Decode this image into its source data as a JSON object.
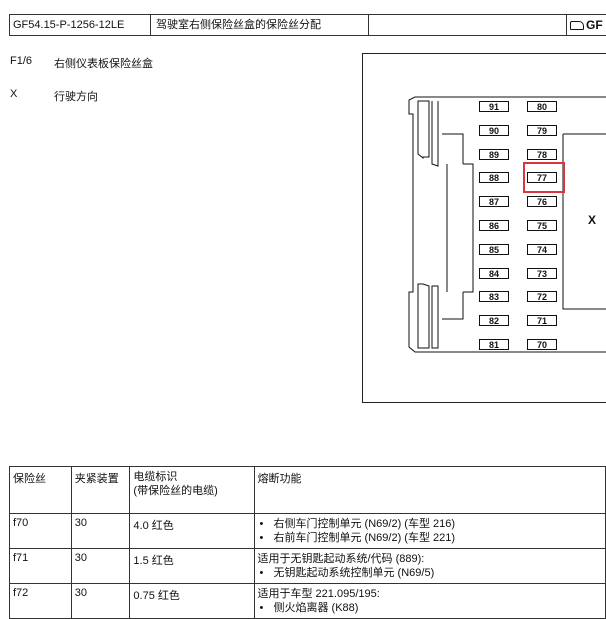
{
  "header": {
    "doc_id": "GF54.15-P-1256-12LE",
    "title": "驾驶室右侧保险丝盒的保险丝分配",
    "tag": "GF"
  },
  "legend": [
    {
      "key": "F1/6",
      "text": "右侧仪表板保险丝盒"
    },
    {
      "key": "X",
      "text": "行驶方向"
    }
  ],
  "diagram": {
    "left_column": [
      "91",
      "90",
      "89",
      "88",
      "87",
      "86",
      "85",
      "84",
      "83",
      "82",
      "81"
    ],
    "right_column": [
      "80",
      "79",
      "78",
      "77",
      "76",
      "75",
      "74",
      "73",
      "72",
      "71",
      "70"
    ],
    "highlighted": "77",
    "direction_label": "X",
    "highlight_color": "#d9363e"
  },
  "table": {
    "headers": {
      "fuse": "保险丝",
      "clamp": "夹紧装置",
      "cable": "电缆标识",
      "cable_sub": "(带保险丝的电缆)",
      "func": "熔断功能"
    },
    "rows": [
      {
        "fuse": "f70",
        "clamp": "30",
        "cable": "4.0 红色",
        "lines": [
          {
            "bullet": true,
            "text": "右侧车门控制单元 (N69/2) (车型 216)"
          },
          {
            "bullet": true,
            "text": "右前车门控制单元 (N69/2) (车型 221)"
          }
        ]
      },
      {
        "fuse": "f71",
        "clamp": "30",
        "cable": "1.5 红色",
        "lines": [
          {
            "bullet": false,
            "text": "适用于无钥匙起动系统/代码 (889):"
          },
          {
            "bullet": true,
            "text": "无钥匙起动系统控制单元 (N69/5)"
          }
        ]
      },
      {
        "fuse": "f72",
        "clamp": "30",
        "cable": "0.75 红色",
        "lines": [
          {
            "bullet": false,
            "text": "适用于车型 221.095/195:"
          },
          {
            "bullet": true,
            "text": "侧火焰离器 (K88)"
          }
        ]
      }
    ]
  }
}
